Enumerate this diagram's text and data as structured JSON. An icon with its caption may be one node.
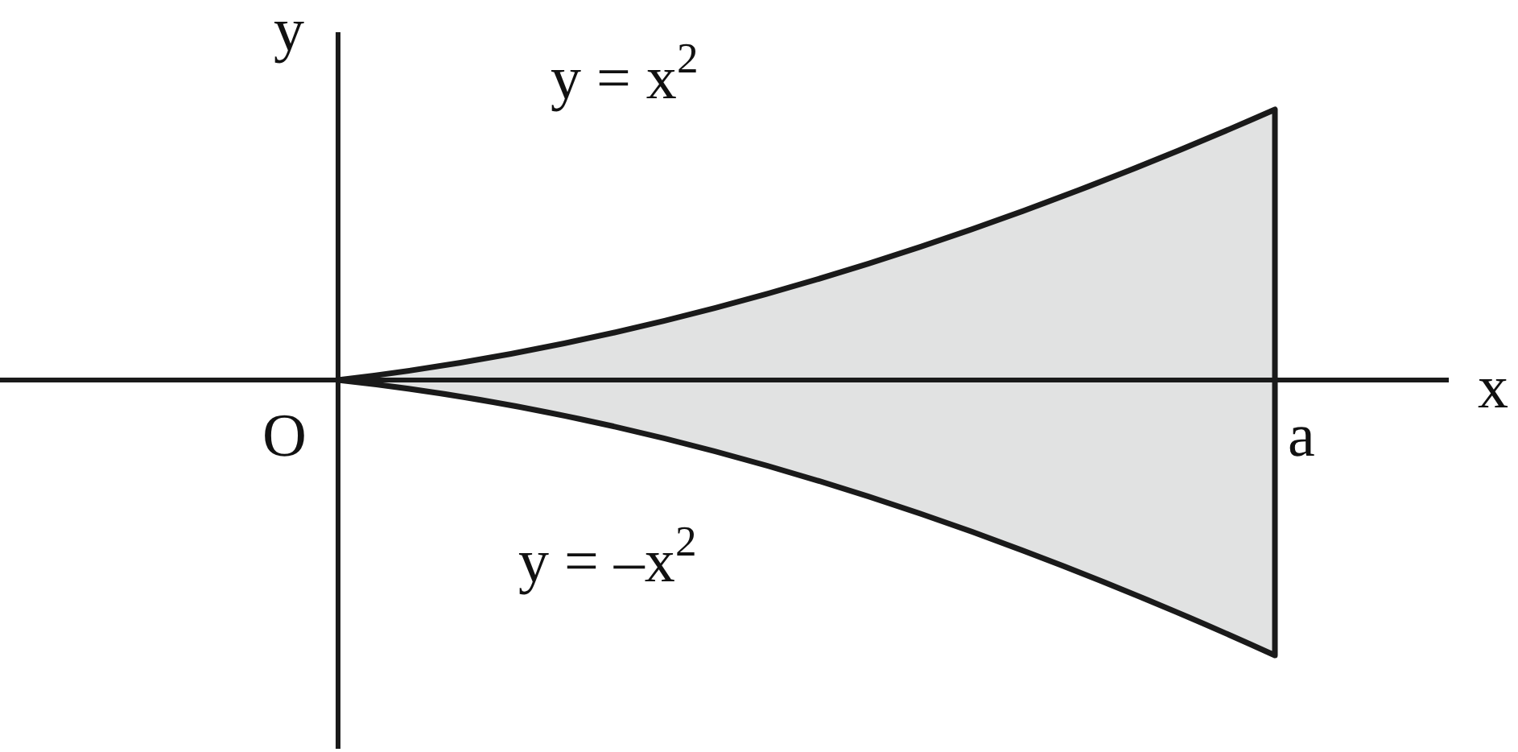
{
  "diagram": {
    "labels": [
      "y",
      "y = x$^{2}$",
      "x",
      "O",
      "a",
      "y = –x$^{2}$"
    ]
  }
}
